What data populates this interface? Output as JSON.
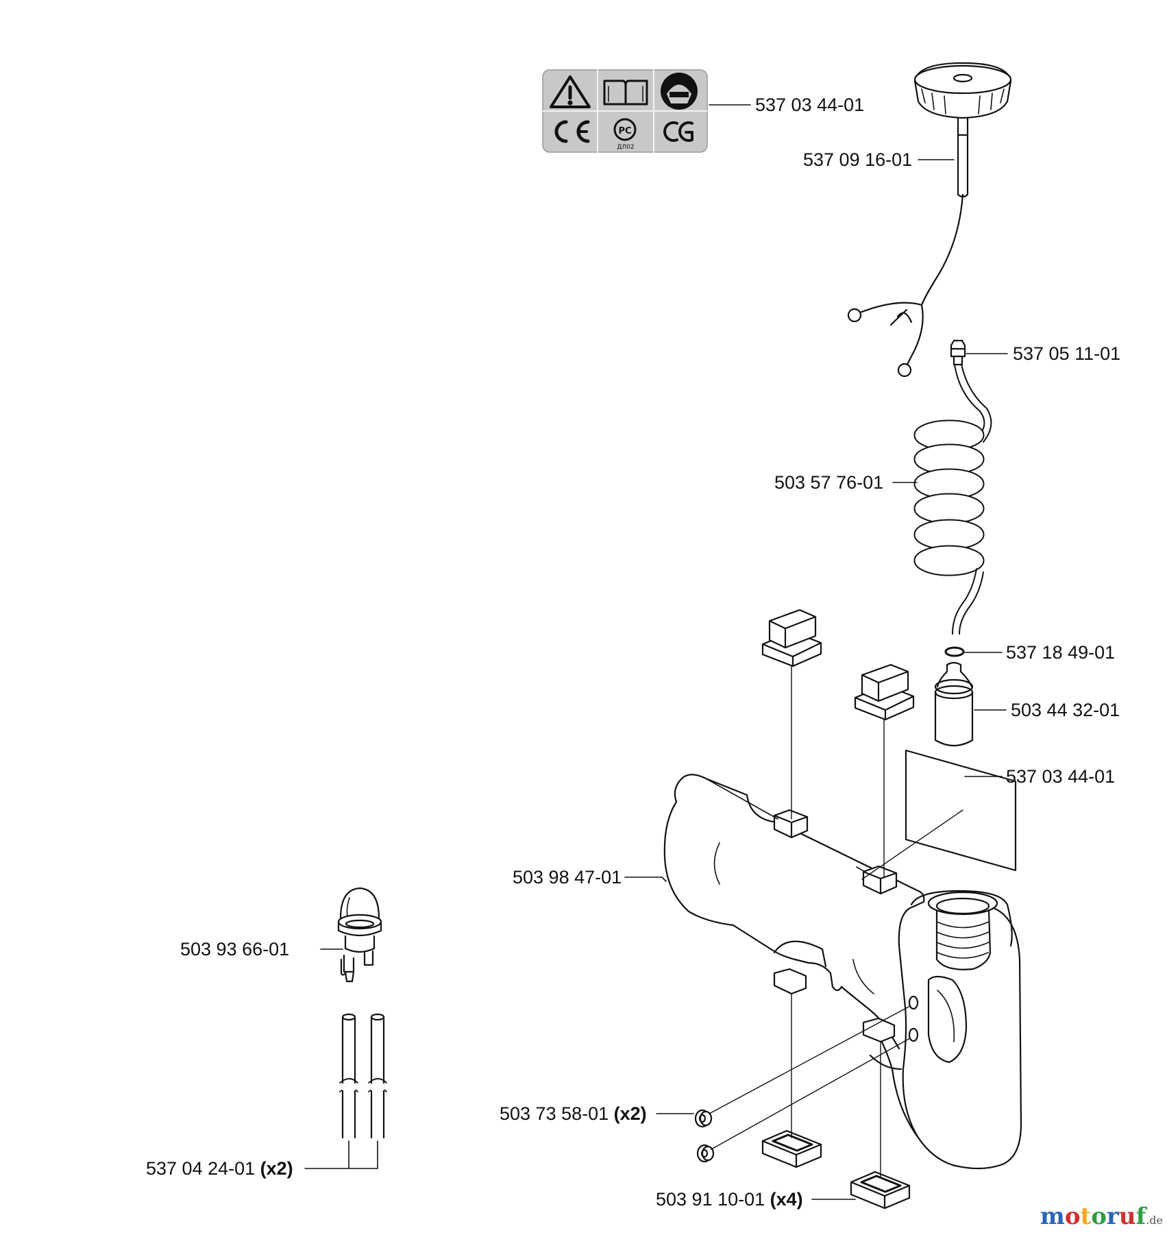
{
  "parts": [
    {
      "id": "p1",
      "number": "537 03 44-01",
      "qty": ""
    },
    {
      "id": "p2",
      "number": "537 09 16-01",
      "qty": ""
    },
    {
      "id": "p3",
      "number": "537 05 11-01",
      "qty": ""
    },
    {
      "id": "p4",
      "number": "503 57 76-01",
      "qty": ""
    },
    {
      "id": "p5",
      "number": "537 18 49-01",
      "qty": ""
    },
    {
      "id": "p6",
      "number": "503 44 32-01",
      "qty": ""
    },
    {
      "id": "p7",
      "number": "537 03 44-01",
      "qty": ""
    },
    {
      "id": "p8",
      "number": "503 98 47-01",
      "qty": ""
    },
    {
      "id": "p9",
      "number": "503 93 66-01",
      "qty": ""
    },
    {
      "id": "p10",
      "number": "503 73 58-01",
      "qty": "(x2)"
    },
    {
      "id": "p11",
      "number": "537 04 24-01",
      "qty": "(x2)"
    },
    {
      "id": "p12",
      "number": "503 91 10-01",
      "qty": "(x4)"
    }
  ],
  "decal": {
    "symbol_text": "ДЛ02"
  },
  "watermark": {
    "letters": [
      "m",
      "o",
      "t",
      "o",
      "r",
      "u",
      "f"
    ],
    "colors": [
      "#2a63b8",
      "#d32f2f",
      "#f5a623",
      "#2e9e44",
      "#2a63b8",
      "#d32f2f",
      "#2e9e44"
    ],
    "suffix": ".de"
  }
}
